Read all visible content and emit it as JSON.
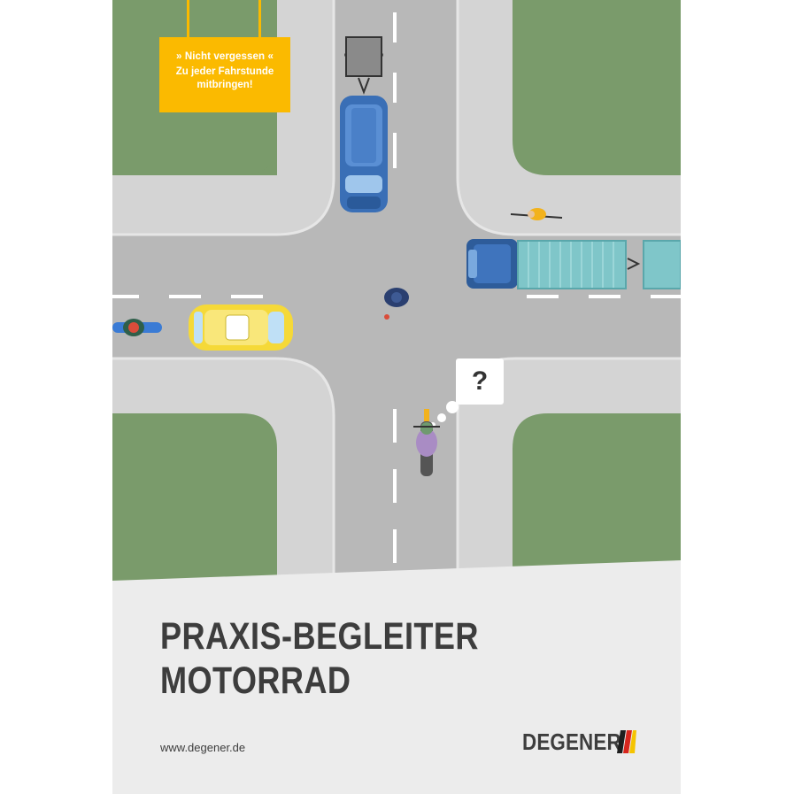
{
  "tag": {
    "line1": "» Nicht vergessen «",
    "line2": "Zu jeder Fahrstunde mitbringen!"
  },
  "title": {
    "line1": "PRAXIS-BEGLEITER",
    "line2": "MOTORRAD"
  },
  "thought_bubble": "?",
  "url": "www.degener.de",
  "brand": "DEGENER",
  "colors": {
    "grass": "#7a9b6b",
    "sidewalk": "#d4d4d4",
    "road": "#b8b8b8",
    "accent_yellow": "#fbba00",
    "band": "#ececec",
    "text": "#3d3d3d"
  }
}
